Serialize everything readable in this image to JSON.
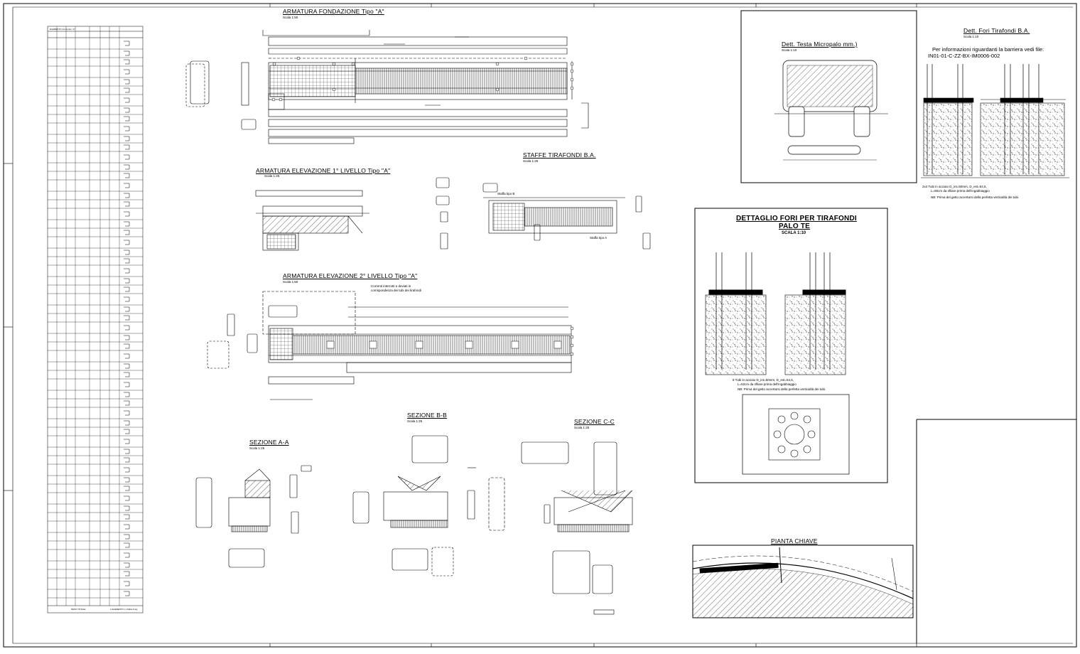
{
  "drawing": {
    "titles": {
      "fondazione": "ARMATURA FONDAZIONE Tipo \"A\"",
      "elev1": "ARMATURA ELEVAZIONE 1° LIVELLO Tipo \"A\"",
      "elev2": "ARMATURA ELEVAZIONE 2° LIVELLO Tipo \"A\"",
      "staffe": "STAFFE TIRAFONDI B.A.",
      "sezA": "SEZIONE A-A",
      "sezB": "SEZIONE B-B",
      "sezC": "SEZIONE C-C",
      "micropalo": "Dett. Testa Micropalo mm.)",
      "fori_ba": "Dett. Fori Tirafondi B.A.",
      "fori_te_1": "DETTAGLIO FORI PER TIRAFONDI",
      "fori_te_2": "PALO TE",
      "fori_te_3": "SCALA 1:10",
      "pianta": "PIANTA CHIAVE"
    },
    "scales": {
      "fondazione": "Scala 1:50",
      "elev1": "Scala 1:25",
      "elev2": "Scala 1:50",
      "staffe": "Scala 1:25",
      "sezA": "Scala 1:25",
      "sezB": "Scala 1:25",
      "sezC": "Scala 1:25",
      "micropalo": "Scala 1:10",
      "fori_ba": "Scala 1:10"
    },
    "notes": {
      "fori_ba_info_1": "Per informazioni riguardanti la barriera vedi file:",
      "fori_ba_info_2": "IN01-01-C-ZZ-BX-IM0006-002",
      "fori_te_tubi": "8 Tubi in acciaio D_int=50mm, D_est=54,5,",
      "fori_te_tubi2": "L=52cm da sfilare prima dell'ingabbiaggio",
      "fori_te_nb": "NB: Prima del getto accertarsi della perfetta verticalità dei tubi.",
      "fori_ba_tubi": "2x4 Tubi in acciaio D_int=50mm, D_est=54,5,",
      "fori_ba_tubi2": "L=80cm da sfilare prima dell'ingabbiaggio",
      "fori_ba_nb": "NB: Prima del getto accertarsi della perfetta verticalità dei tubi.",
      "elev2_note_1": "Correnti interrotti e deviati in",
      "elev2_note_2": "corrispondenza dei tubi dei tirafondi",
      "staffa_b": "Staffa tipo B",
      "staffa_a": "Staffa tipo A"
    },
    "table": {
      "header": "ELEMENTO Curva tipo \"A\"",
      "footer_left": "PESO TOTALE",
      "footer_right": "1 ELEMENTO x LIVELLO kg"
    }
  }
}
